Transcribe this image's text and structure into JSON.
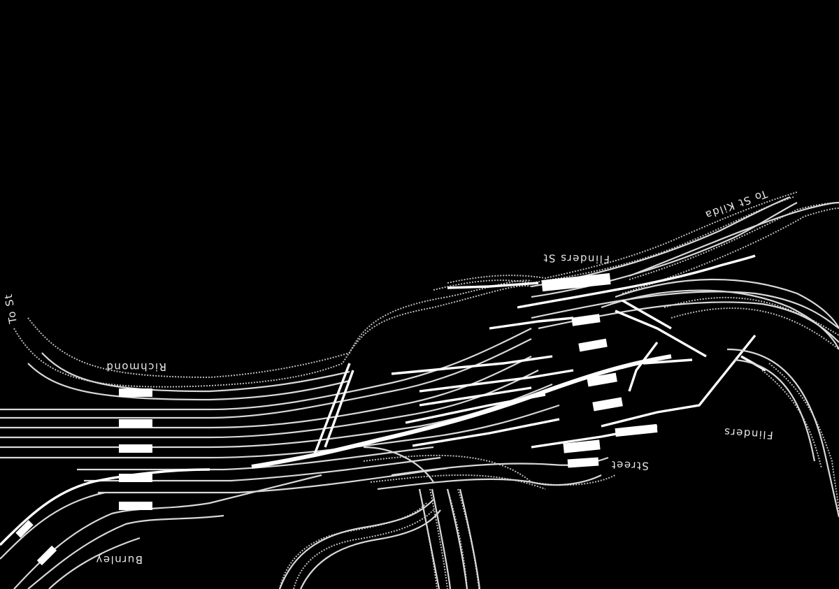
{
  "map": {
    "background": "#000000",
    "track_color": "#ffffff",
    "orientation": "upside-down",
    "labels": {
      "to_st_kilda": "To St Kilda",
      "to_left_edge": "To St",
      "flinders_st": "Flinders St",
      "richmond": "Richmond",
      "burnley": "Burnley",
      "flinders": "Flinders",
      "street": "Street"
    }
  }
}
